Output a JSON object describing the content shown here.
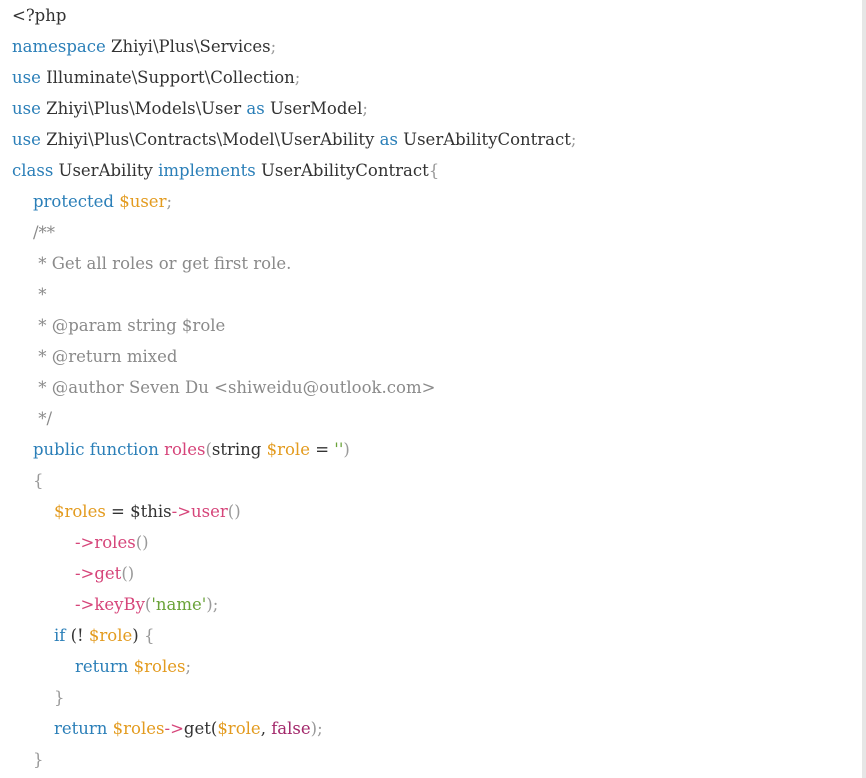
{
  "code_viewer": {
    "language": "php",
    "colors": {
      "plain": "#333333",
      "keyword": "#2b7fb8",
      "variable": "#e39b1f",
      "function": "#d6457a",
      "string": "#6aa339",
      "punctuation": "#9a9a9a",
      "comment": "#8a8a8a",
      "boolean": "#a3286b",
      "scrollbar": "#e6e6e6"
    },
    "lines": [
      {
        "tokens": [
          {
            "t": "<?php",
            "c": "plain"
          }
        ]
      },
      {
        "tokens": [
          {
            "t": "namespace",
            "c": "keyword"
          },
          {
            "t": " Zhiyi\\Plus\\Services",
            "c": "plain"
          },
          {
            "t": ";",
            "c": "punct"
          }
        ]
      },
      {
        "tokens": [
          {
            "t": "use",
            "c": "keyword"
          },
          {
            "t": " Illuminate\\Support\\Collection",
            "c": "plain"
          },
          {
            "t": ";",
            "c": "punct"
          }
        ]
      },
      {
        "tokens": [
          {
            "t": "use",
            "c": "keyword"
          },
          {
            "t": " Zhiyi\\Plus\\Models\\User ",
            "c": "plain"
          },
          {
            "t": "as",
            "c": "keyword"
          },
          {
            "t": " UserModel",
            "c": "plain"
          },
          {
            "t": ";",
            "c": "punct"
          }
        ]
      },
      {
        "tokens": [
          {
            "t": "use",
            "c": "keyword"
          },
          {
            "t": " Zhiyi\\Plus\\Contracts\\Model\\UserAbility ",
            "c": "plain"
          },
          {
            "t": "as",
            "c": "keyword"
          },
          {
            "t": " UserAbilityContract",
            "c": "plain"
          },
          {
            "t": ";",
            "c": "punct"
          }
        ]
      },
      {
        "tokens": [
          {
            "t": "class",
            "c": "keyword"
          },
          {
            "t": " UserAbility ",
            "c": "plain"
          },
          {
            "t": "implements",
            "c": "keyword"
          },
          {
            "t": " UserAbilityContract",
            "c": "plain"
          },
          {
            "t": "{",
            "c": "punct"
          }
        ]
      },
      {
        "tokens": [
          {
            "t": "    ",
            "c": "plain"
          },
          {
            "t": "protected",
            "c": "keyword"
          },
          {
            "t": " ",
            "c": "plain"
          },
          {
            "t": "$user",
            "c": "var"
          },
          {
            "t": ";",
            "c": "punct"
          }
        ]
      },
      {
        "tokens": [
          {
            "t": "    /**",
            "c": "comment"
          }
        ]
      },
      {
        "tokens": [
          {
            "t": "     * Get all roles or get first role.",
            "c": "comment"
          }
        ]
      },
      {
        "tokens": [
          {
            "t": "     *",
            "c": "comment"
          }
        ]
      },
      {
        "tokens": [
          {
            "t": "     * @param string $role",
            "c": "comment"
          }
        ]
      },
      {
        "tokens": [
          {
            "t": "     * @return mixed",
            "c": "comment"
          }
        ]
      },
      {
        "tokens": [
          {
            "t": "     * @author Seven Du <shiweidu@outlook.com>",
            "c": "comment"
          }
        ]
      },
      {
        "tokens": [
          {
            "t": "     */",
            "c": "comment"
          }
        ]
      },
      {
        "tokens": [
          {
            "t": "    ",
            "c": "plain"
          },
          {
            "t": "public",
            "c": "keyword"
          },
          {
            "t": " ",
            "c": "plain"
          },
          {
            "t": "function",
            "c": "keyword"
          },
          {
            "t": " ",
            "c": "plain"
          },
          {
            "t": "roles",
            "c": "func"
          },
          {
            "t": "(",
            "c": "punct"
          },
          {
            "t": "string ",
            "c": "plain"
          },
          {
            "t": "$role",
            "c": "var"
          },
          {
            "t": " = ",
            "c": "plain"
          },
          {
            "t": "''",
            "c": "str"
          },
          {
            "t": ")",
            "c": "punct"
          }
        ]
      },
      {
        "tokens": [
          {
            "t": "    {",
            "c": "punct"
          }
        ]
      },
      {
        "tokens": [
          {
            "t": "        ",
            "c": "plain"
          },
          {
            "t": "$roles",
            "c": "var"
          },
          {
            "t": " = $this",
            "c": "plain"
          },
          {
            "t": "->",
            "c": "func"
          },
          {
            "t": "user",
            "c": "func"
          },
          {
            "t": "()",
            "c": "punct"
          }
        ]
      },
      {
        "tokens": [
          {
            "t": "            ",
            "c": "plain"
          },
          {
            "t": "->",
            "c": "func"
          },
          {
            "t": "roles",
            "c": "func"
          },
          {
            "t": "()",
            "c": "punct"
          }
        ]
      },
      {
        "tokens": [
          {
            "t": "            ",
            "c": "plain"
          },
          {
            "t": "->",
            "c": "func"
          },
          {
            "t": "get",
            "c": "func"
          },
          {
            "t": "()",
            "c": "punct"
          }
        ]
      },
      {
        "tokens": [
          {
            "t": "            ",
            "c": "plain"
          },
          {
            "t": "->",
            "c": "func"
          },
          {
            "t": "keyBy",
            "c": "func"
          },
          {
            "t": "(",
            "c": "punct"
          },
          {
            "t": "'name'",
            "c": "str"
          },
          {
            "t": ");",
            "c": "punct"
          }
        ]
      },
      {
        "tokens": [
          {
            "t": "        ",
            "c": "plain"
          },
          {
            "t": "if",
            "c": "keyword"
          },
          {
            "t": " (! ",
            "c": "plain"
          },
          {
            "t": "$role",
            "c": "var"
          },
          {
            "t": ") ",
            "c": "plain"
          },
          {
            "t": "{",
            "c": "punct"
          }
        ]
      },
      {
        "tokens": [
          {
            "t": "            ",
            "c": "plain"
          },
          {
            "t": "return",
            "c": "keyword"
          },
          {
            "t": " ",
            "c": "plain"
          },
          {
            "t": "$roles",
            "c": "var"
          },
          {
            "t": ";",
            "c": "punct"
          }
        ]
      },
      {
        "tokens": [
          {
            "t": "        }",
            "c": "punct"
          }
        ]
      },
      {
        "tokens": [
          {
            "t": "        ",
            "c": "plain"
          },
          {
            "t": "return",
            "c": "keyword"
          },
          {
            "t": " ",
            "c": "plain"
          },
          {
            "t": "$roles",
            "c": "var"
          },
          {
            "t": "->",
            "c": "func"
          },
          {
            "t": "get(",
            "c": "plain"
          },
          {
            "t": "$role",
            "c": "var"
          },
          {
            "t": ", ",
            "c": "plain"
          },
          {
            "t": "false",
            "c": "bool"
          },
          {
            "t": ");",
            "c": "punct"
          }
        ]
      },
      {
        "tokens": [
          {
            "t": "    }",
            "c": "punct"
          }
        ]
      }
    ]
  }
}
